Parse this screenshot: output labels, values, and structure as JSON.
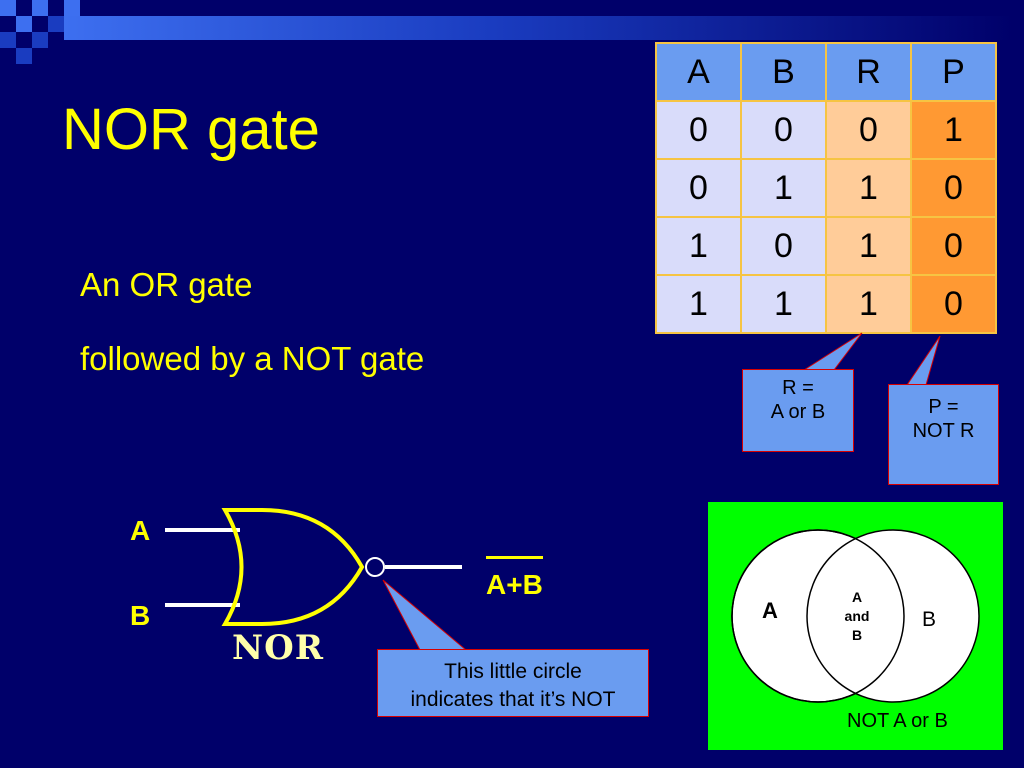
{
  "slide": {
    "title": "NOR gate",
    "line1": "An  OR gate",
    "line2": "followed by a NOT gate"
  },
  "truth_table": {
    "headers": [
      "A",
      "B",
      "R",
      "P"
    ],
    "rows": [
      [
        "0",
        "0",
        "0",
        "1"
      ],
      [
        "0",
        "1",
        "1",
        "0"
      ],
      [
        "1",
        "0",
        "1",
        "0"
      ],
      [
        "1",
        "1",
        "1",
        "0"
      ]
    ]
  },
  "callouts": {
    "r_line1": "R =",
    "r_line2": "A or B",
    "p_line1": "P =",
    "p_line2": "NOT R",
    "circle_line1": "This little circle",
    "circle_line2": "indicates that it’s NOT"
  },
  "gate": {
    "input_a": "A",
    "input_b": "B",
    "name": "NOR",
    "output": "A+B"
  },
  "venn": {
    "left": "A",
    "right": "B",
    "overlap_1": "A",
    "overlap_2": "and",
    "overlap_3": "B",
    "caption": "NOT A or B"
  },
  "colors": {
    "background": "#00006a",
    "text_yellow": "#ffff00",
    "callout_blue": "#6a9cf0",
    "venn_green": "#00ff00"
  }
}
